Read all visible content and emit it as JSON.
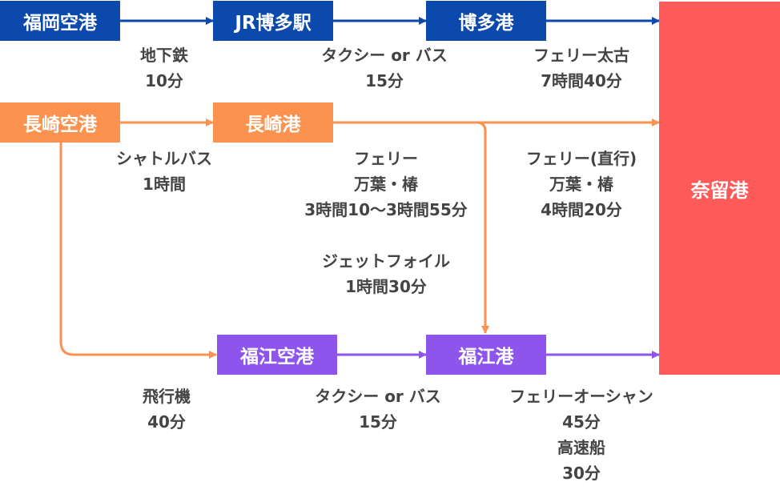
{
  "nodes": {
    "fukuoka_airport": "福岡空港",
    "jr_hakata": "JR博多駅",
    "hakata_port": "博多港",
    "nagasaki_airport": "長崎空港",
    "nagasaki_port": "長崎港",
    "fukue_airport": "福江空港",
    "fukue_port": "福江港",
    "naru_port": "奈留港"
  },
  "edges": {
    "subway": {
      "line1": "地下鉄",
      "line2": "10分"
    },
    "hakata_taxi": {
      "line1": "タクシー or バス",
      "line2": "15分"
    },
    "hakata_ferry": {
      "line1": "フェリー太古",
      "line2": "7時間40分"
    },
    "shuttle": {
      "line1": "シャトルバス",
      "line2": "1時間"
    },
    "nagasaki_ferry": {
      "line1": "フェリー",
      "line2": "万葉・椿",
      "line3": "3時間10～3時間55分"
    },
    "jetfoil": {
      "line1": "ジェットフォイル",
      "line2": "1時間30分"
    },
    "direct_ferry": {
      "line1": "フェリー(直行)",
      "line2": "万葉・椿",
      "line3": "4時間20分"
    },
    "airplane": {
      "line1": "飛行機",
      "line2": "40分"
    },
    "fukue_taxi": {
      "line1": "タクシー or バス",
      "line2": "15分"
    },
    "ocean_ferry": {
      "line1": "フェリーオーシャン",
      "line2": "45分",
      "line3": "高速船",
      "line4": "30分"
    }
  },
  "colors": {
    "blue": "#0b49ad",
    "orange": "#fb9250",
    "purple": "#8e55ec",
    "destination": "#fe5a5a",
    "label_text": "#444444"
  }
}
